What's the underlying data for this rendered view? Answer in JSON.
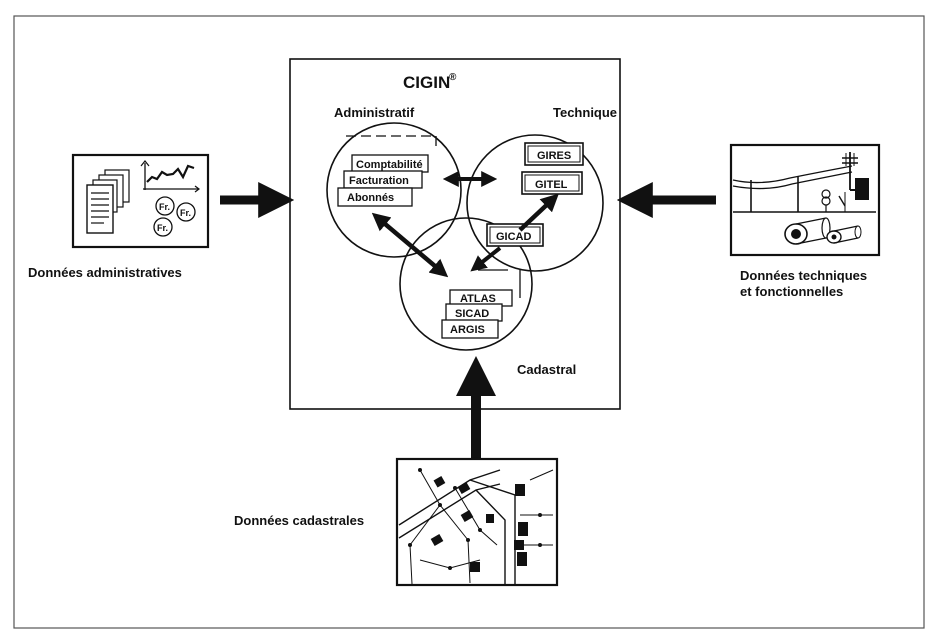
{
  "title": {
    "text": "CIGIN",
    "mark": "®"
  },
  "circles": {
    "administratif": "Administratif",
    "technique": "Technique",
    "cadastral": "Cadastral"
  },
  "modules": {
    "administratif": [
      "Comptabilité",
      "Facturation",
      "Abonnés"
    ],
    "technique": [
      "GIRES",
      "GITEL"
    ],
    "cadastral": [
      "ATLAS",
      "SICAD",
      "ARGIS"
    ],
    "shared": "GICAD"
  },
  "sources": {
    "admin": "Données administratives",
    "tech_line1": "Données techniques",
    "tech_line2": "et fonctionnelles",
    "cadastre": "Données cadastrales"
  },
  "icons": {
    "admin": "documents-chart-coins-icon",
    "tech": "network-infrastructure-icon",
    "cadastre": "cadastral-map-icon"
  },
  "currency_marks": [
    "Fr.",
    "Fr.",
    "Fr."
  ],
  "colors": {
    "ink": "#111111",
    "paper": "#ffffff",
    "frame": "#555555"
  }
}
